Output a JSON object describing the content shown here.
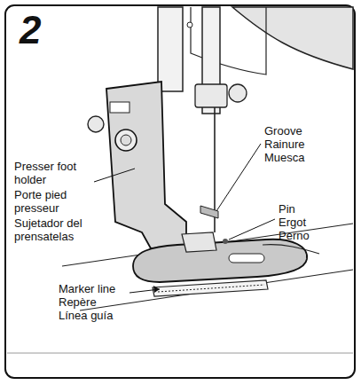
{
  "diagram": {
    "labels": [
      "2",
      "Presser foot holder",
      "Porte pied presseur",
      "Sujetador del prensatelas",
      "Groove",
      "Rainure",
      "Muesca",
      "Pin",
      "Ergot",
      "Perno",
      "Marker line",
      "Repère",
      "Línea guía"
    ]
  }
}
